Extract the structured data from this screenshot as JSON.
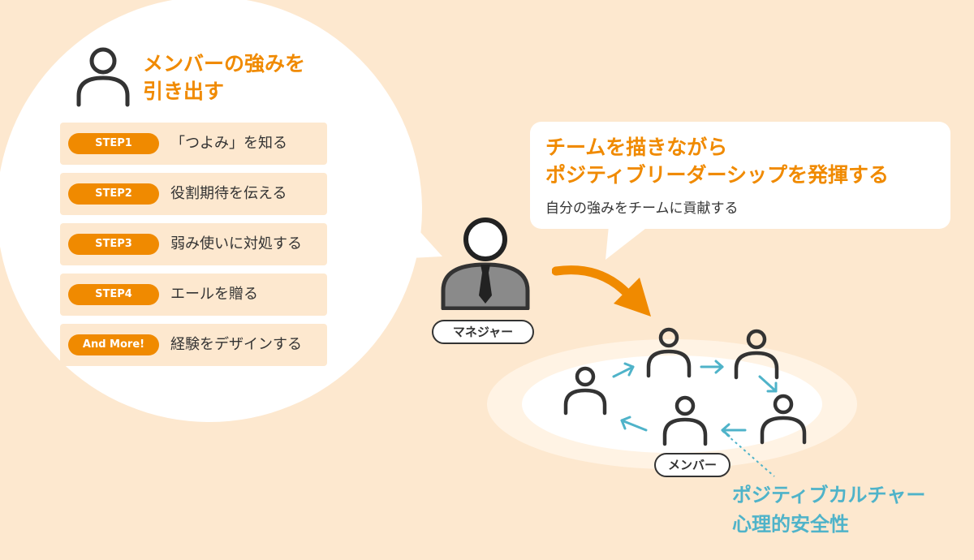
{
  "left_panel": {
    "heading_line1": "メンバーの強みを",
    "heading_line2": "引き出す",
    "steps": [
      {
        "badge": "STEP1",
        "text": "「つよみ」を知る"
      },
      {
        "badge": "STEP2",
        "text": "役割期待を伝える"
      },
      {
        "badge": "STEP3",
        "text": "弱み使いに対処する"
      },
      {
        "badge": "STEP4",
        "text": "エールを贈る"
      },
      {
        "badge": "And More!",
        "text": "経験をデザインする"
      }
    ]
  },
  "right_panel": {
    "heading_line1": "チームを描きながら",
    "heading_line2": "ポジティブリーダーシップを発揮する",
    "subtext": "自分の強みをチームに貢献する"
  },
  "manager_label": "マネジャー",
  "members_label": "メンバー",
  "culture": {
    "line1": "ポジティブカルチャー",
    "line2": "心理的安全性"
  },
  "colors": {
    "background": "#fde8cf",
    "accent_orange": "#f08a00",
    "accent_teal": "#4fb3c9",
    "outline_dark": "#333333"
  },
  "icons": [
    "person-icon",
    "manager-with-tie-icon",
    "curved-arrow-icon",
    "flow-arrow-icon",
    "dotted-pointer-line"
  ]
}
